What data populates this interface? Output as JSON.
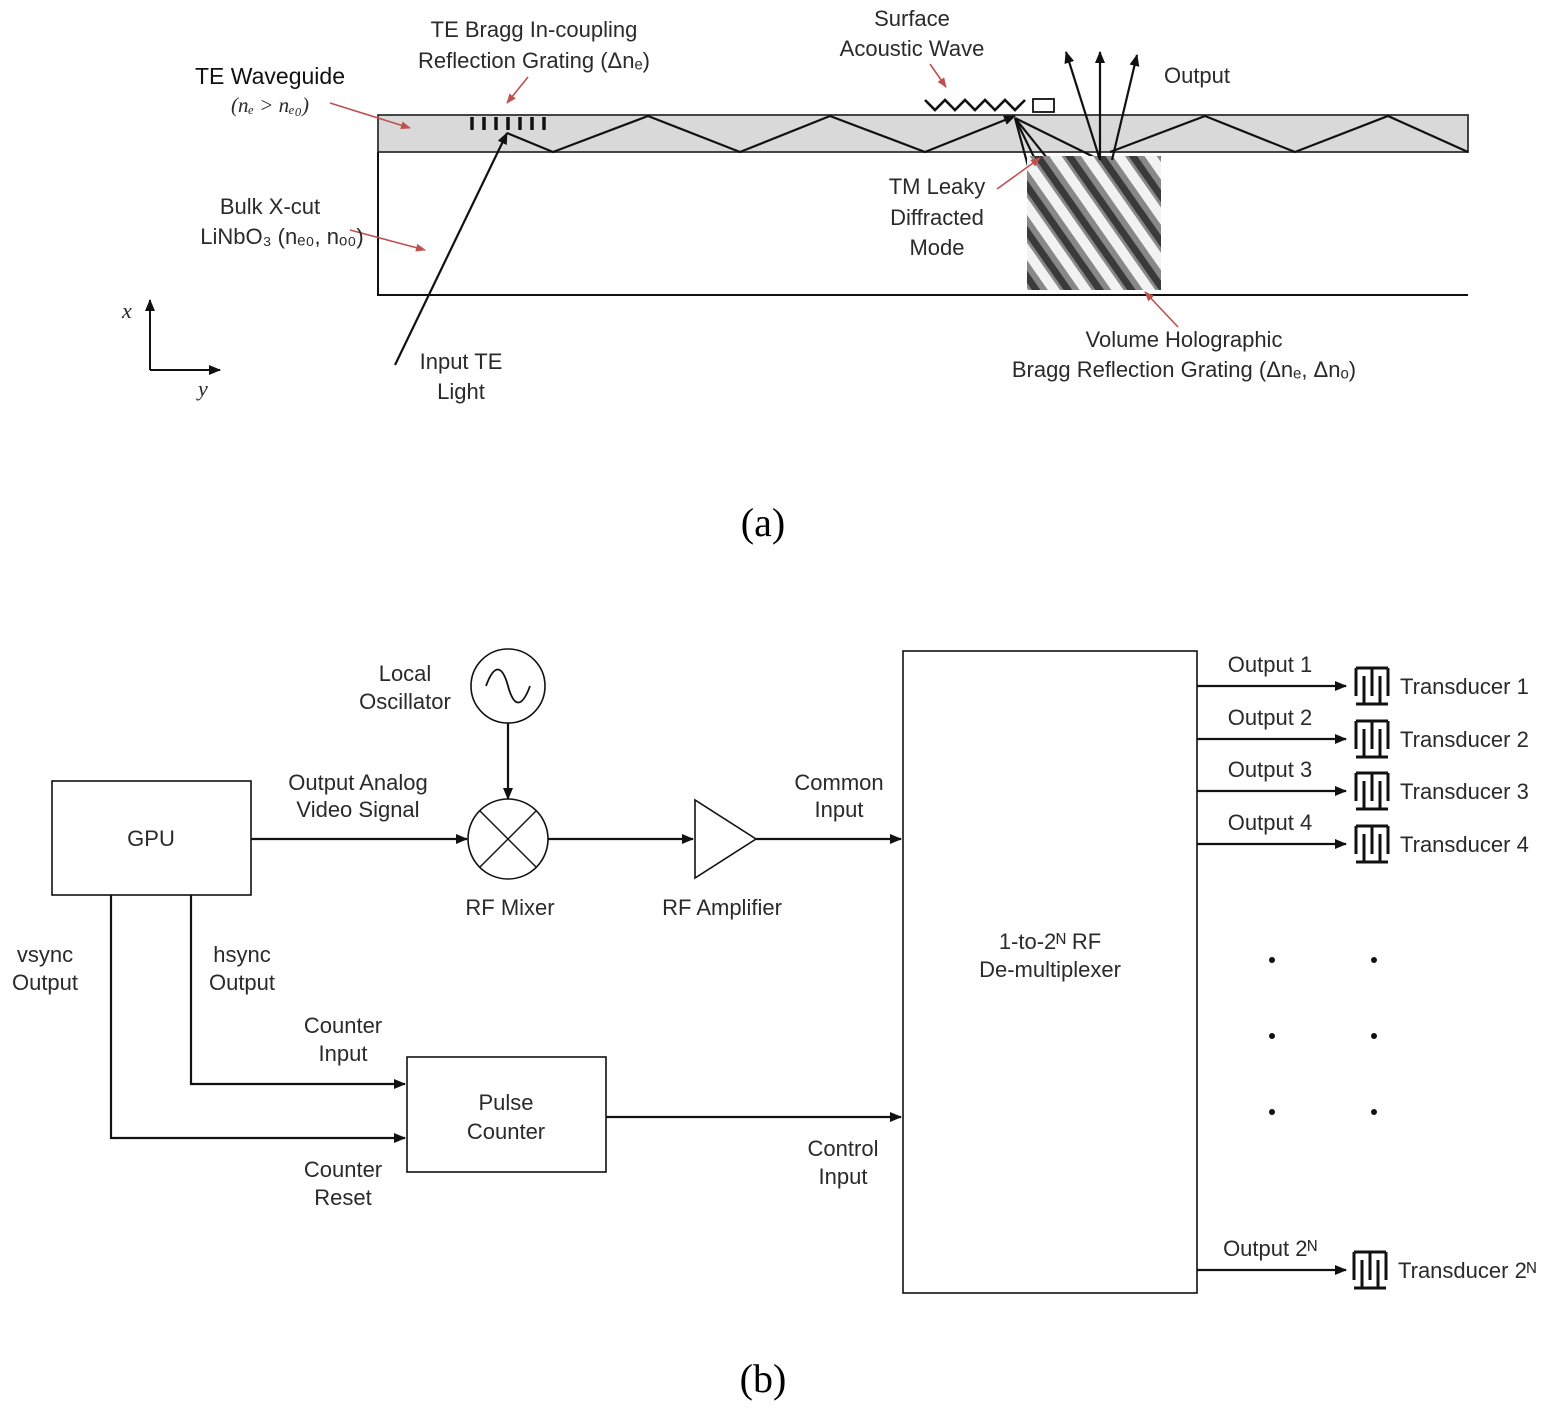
{
  "panel_a": {
    "caption": "(a)",
    "te_waveguide": "TE Waveguide",
    "te_waveguide_cond": "(nₑ > nₑ₀)",
    "bragg_incoupling_1": "TE Bragg In-coupling",
    "bragg_incoupling_2": "Reflection Grating (Δnₑ)",
    "saw_1": "Surface",
    "saw_2": "Acoustic Wave",
    "output": "Output",
    "bulk_1": "Bulk X-cut",
    "bulk_2": "LiNbO₃ (nₑ₀, nₒ₀)",
    "tm_1": "TM Leaky",
    "tm_2": "Diffracted",
    "tm_3": "Mode",
    "input_1": "Input TE",
    "input_2": "Light",
    "vhg_1": "Volume Holographic",
    "vhg_2": "Bragg Reflection Grating (Δnₑ, Δnₒ)",
    "axis_x": "x",
    "axis_y": "y"
  },
  "panel_b": {
    "caption": "(b)",
    "gpu": "GPU",
    "local_osc_1": "Local",
    "local_osc_2": "Oscillator",
    "out_analog_1": "Output Analog",
    "out_analog_2": "Video Signal",
    "rf_mixer": "RF Mixer",
    "rf_amp": "RF Amplifier",
    "common_input_1": "Common",
    "common_input_2": "Input",
    "demux_1": "1-to-2ᴺ RF",
    "demux_2": "De-multiplexer",
    "vsync_1": "vsync",
    "vsync_2": "Output",
    "hsync_1": "hsync",
    "hsync_2": "Output",
    "counter_input_1": "Counter",
    "counter_input_2": "Input",
    "counter_reset_1": "Counter",
    "counter_reset_2": "Reset",
    "pulse_counter_1": "Pulse",
    "pulse_counter_2": "Counter",
    "control_input_1": "Control",
    "control_input_2": "Input",
    "outputs": [
      "Output 1",
      "Output 2",
      "Output 3",
      "Output 4",
      "Output 2ᴺ"
    ],
    "transducers": [
      "Transducer 1",
      "Transducer 2",
      "Transducer 3",
      "Transducer 4",
      "Transducer 2ᴺ"
    ]
  }
}
